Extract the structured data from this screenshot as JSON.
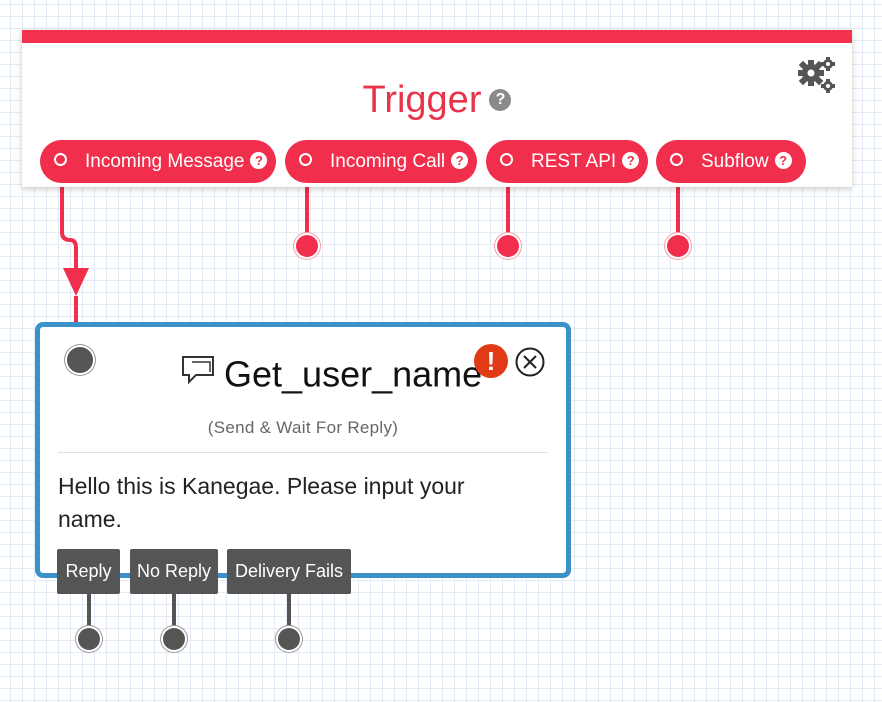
{
  "trigger": {
    "title": "Trigger",
    "help_glyph": "?",
    "settings_icon": "gears-icon",
    "accent_color": "#f12e4b",
    "pills": [
      {
        "label": "Incoming Message"
      },
      {
        "label": "Incoming Call"
      },
      {
        "label": "REST API"
      },
      {
        "label": "Subflow"
      }
    ]
  },
  "node": {
    "title": "Get_user_name",
    "subtitle": "(Send & Wait For Reply)",
    "body": "Hello this is Kanegae. Please input your name.",
    "icon": "chat-bubble-icon",
    "error_glyph": "!",
    "border_color": "#3a92c9",
    "outputs": [
      {
        "label": "Reply"
      },
      {
        "label": "No Reply"
      },
      {
        "label": "Delivery Fails"
      }
    ]
  }
}
